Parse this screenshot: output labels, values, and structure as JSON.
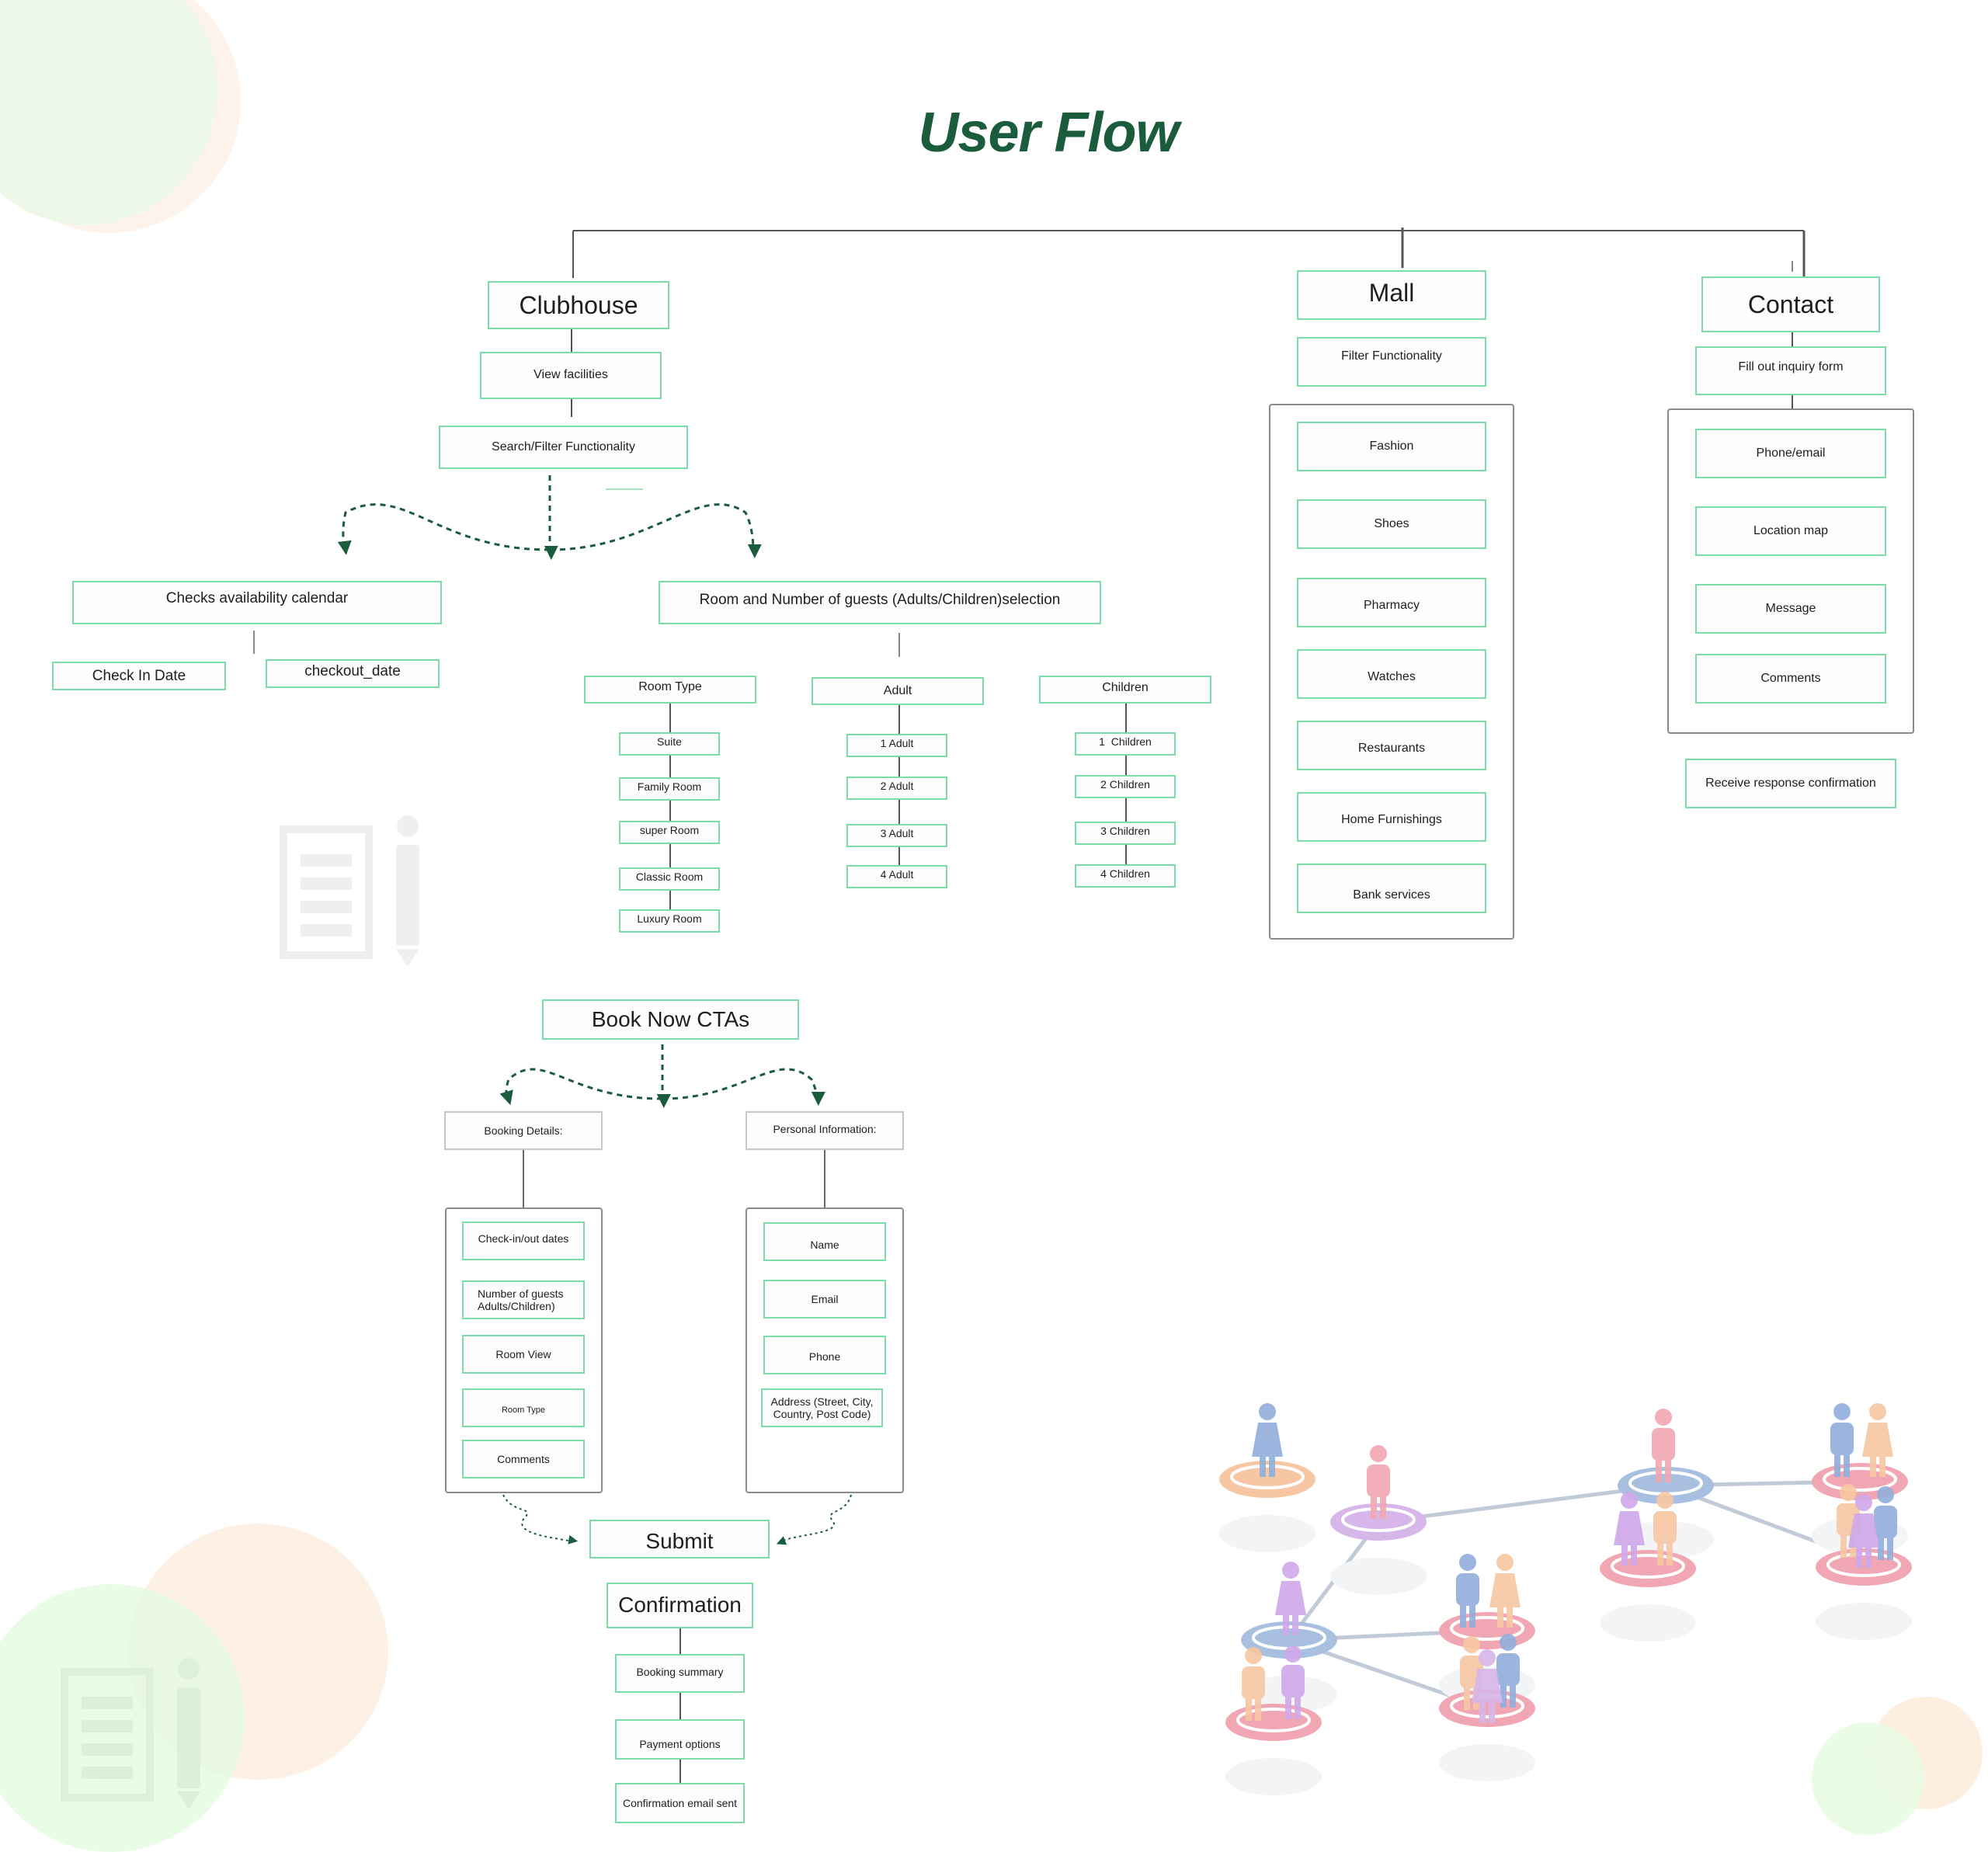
{
  "title": "User Flow",
  "clubhouse": {
    "label": "Clubhouse",
    "view_facilities": "View facilities",
    "search_filter": "Search/Filter Functionality",
    "availability": {
      "label": "Checks availability calendar",
      "check_in": "Check In Date",
      "checkout": "checkout_date"
    },
    "room_guests": {
      "label": "Room and Number of guests (Adults/Children)selection",
      "room_type": {
        "label": "Room Type",
        "options": [
          "Suite",
          "Family Room",
          "super Room",
          "Classic Room",
          "Luxury Room"
        ]
      },
      "adult": {
        "label": "Adult",
        "options": [
          "1 Adult",
          "2 Adult",
          "3 Adult",
          "4 Adult"
        ]
      },
      "children": {
        "label": "Children",
        "options": [
          "1  Children",
          "2 Children",
          "3 Children",
          "4 Children"
        ]
      }
    }
  },
  "mall": {
    "label": "Mall",
    "filter": "Filter Functionality",
    "categories": [
      "Fashion",
      "Shoes",
      "Pharmacy",
      "Watches",
      "Restaurants",
      "Home Furnishings",
      "Bank services"
    ]
  },
  "contact": {
    "label": "Contact",
    "form": "Fill out inquiry form",
    "fields": [
      "Phone/email",
      "Location map",
      "Message",
      "Comments"
    ],
    "response": "Receive response confirmation"
  },
  "booking": {
    "cta": "Book Now CTAs",
    "details": {
      "label": "Booking Details:",
      "items": [
        "Check-in/out dates",
        "Number of guests Adults/Children)",
        "Room View",
        "Room Type",
        "Comments"
      ]
    },
    "personal": {
      "label": "Personal Information:",
      "items": [
        "Name",
        "Email",
        "Phone",
        "Address (Street, City, Country, Post Code)"
      ]
    },
    "submit": "Submit",
    "confirmation": {
      "label": "Confirmation",
      "items": [
        "Booking summary",
        "Payment options",
        "Confirmation email sent"
      ]
    }
  },
  "colors": {
    "title": "#1a5c3c",
    "box_border": "#7ddba8",
    "arrow": "#1a5c3c",
    "connector": "#555555"
  },
  "icons": [
    "document-pencil-icon",
    "network-people-illustration"
  ]
}
